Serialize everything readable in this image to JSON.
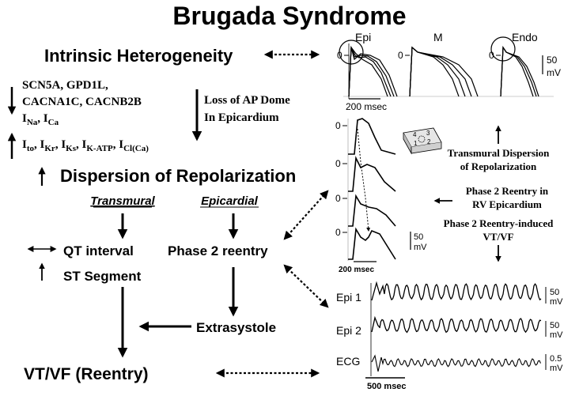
{
  "title": "Brugada Syndrome",
  "left": {
    "heterogeneity": "Intrinsic Heterogeneity",
    "genes_line1": "SCN5A, GPD1L,",
    "genes_line2": "CACNA1C, CACNB2B",
    "currents_down": {
      "i": "I",
      "na": "Na",
      "sep": ", I",
      "ca": "Ca"
    },
    "currents_up": {
      "i1": "I",
      "s1": "to",
      "i2": ", I",
      "s2": "Kr",
      "i3": ", I",
      "s3": "Ks",
      "i4": ", I",
      "s4": "K-ATP",
      "i5": ", I",
      "s5": "Cl(Ca)"
    },
    "loss_line1": "Loss of AP Dome",
    "loss_line2": "In Epicardium",
    "dispersion": "Dispersion of Repolarization",
    "transmural": "Transmural",
    "epicardial": "Epicardial",
    "qt": "QT interval",
    "st": "ST Segment",
    "phase2": "Phase 2 reentry",
    "extrasystole": "Extrasystole",
    "vtvf": "VT/VF  (Reentry)"
  },
  "top_panel": {
    "epi": "Epi",
    "m": "M",
    "endo": "Endo",
    "zero": "0",
    "scale_num": "50",
    "scale_unit": "mV",
    "time": "200 msec"
  },
  "mid_panel": {
    "zero": "0",
    "scale_num": "50",
    "scale_unit": "mV",
    "time": "200 msec",
    "inset_nums": [
      "4",
      "3",
      "1",
      "2"
    ]
  },
  "right_text": {
    "transmural_line1": "Transmural Dispersion",
    "transmural_line2": "of Repolarization",
    "reentry_line1": "Phase 2 Reentry in",
    "reentry_line2": "RV Epicardium",
    "vt_line1": "Phase 2 Reentry-induced",
    "vt_line2": "VT/VF"
  },
  "bottom_panel": {
    "traces": [
      {
        "label": "Epi 1",
        "scale_num": "50",
        "scale_unit": "mV"
      },
      {
        "label": "Epi 2",
        "scale_num": "50",
        "scale_unit": "mV"
      },
      {
        "label": "ECG",
        "scale_num": "0.5",
        "scale_unit": "mV"
      }
    ],
    "time": "500 msec"
  }
}
